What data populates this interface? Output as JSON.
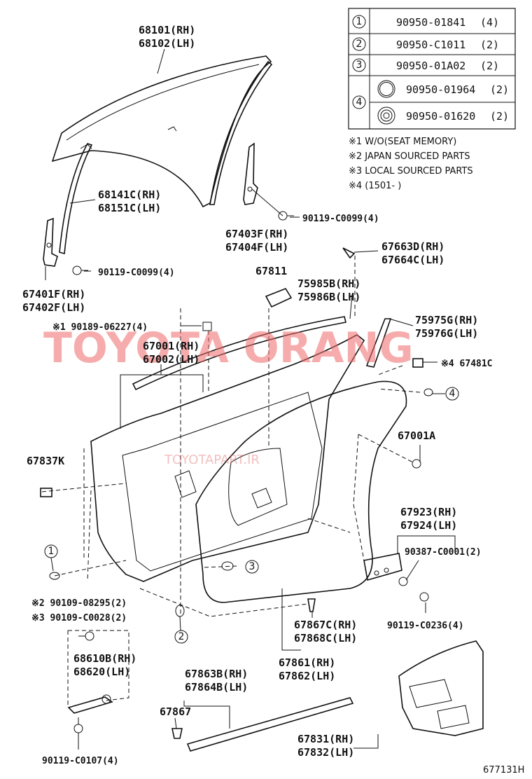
{
  "table": {
    "rows": [
      {
        "num": "1",
        "part": "90950-01841",
        "qty": "(4)"
      },
      {
        "num": "2",
        "part": "90950-C1011",
        "qty": "(2)"
      },
      {
        "num": "3",
        "part": "90950-01A02",
        "qty": "(2)"
      },
      {
        "num": "4",
        "part": "90950-01964",
        "qty": "(2)"
      },
      {
        "num": "4",
        "part": "90950-01620",
        "qty": "(2)"
      }
    ]
  },
  "notes": [
    "※1 W/O(SEAT MEMORY)",
    "※2 JAPAN SOURCED PARTS",
    "※3 LOCAL SOURCED PARTS",
    "※4 (1501-      )"
  ],
  "labels": {
    "l68101": "68101(RH)",
    "l68102": "68102(LH)",
    "l68141": "68141C(RH)",
    "l68151": "68151C(LH)",
    "l90119a": "90119-C0099(4)",
    "l67403": "67403F(RH)",
    "l67404": "67404F(LH)",
    "l90119b": "90119-C0099(4)",
    "l67663": "67663D(RH)",
    "l67664": "67664C(LH)",
    "l67401": "67401F(RH)",
    "l67402": "67402F(LH)",
    "l67811": "67811",
    "l75985": "75985B(RH)",
    "l75986": "75986B(LH)",
    "l90189": "※1 90189-06227(4)",
    "l75975": "75975G(RH)",
    "l75976": "75976G(LH)",
    "l67001": "67001(RH)",
    "l67002": "67002(LH)",
    "l67481": "※4 67481C",
    "l67001a": "67001A",
    "l67837": "67837K",
    "l67923": "67923(RH)",
    "l67924": "67924(LH)",
    "l90387": "90387-C0001(2)",
    "l90109a": "※2 90109-08295(2)",
    "l90109b": "※3 90109-C0028(2)",
    "l68610": "68610B(RH)",
    "l68620": "68620(LH)",
    "l67867c": "67867C(RH)",
    "l67868c": "67868C(LH)",
    "l90119c": "90119-C0236(4)",
    "l67861": "67861(RH)",
    "l67862": "67862(LH)",
    "l67863": "67863B(RH)",
    "l67864": "67864B(LH)",
    "l67867": "67867",
    "l67831": "67831(RH)",
    "l67832": "67832(LH)",
    "l90119d": "90119-C0107(4)",
    "ref": "677131H"
  },
  "callouts": {
    "c1": "1",
    "c2": "2",
    "c3": "3",
    "c4": "4"
  },
  "watermark": {
    "main": "TOYOTA ORANG",
    "sub": "TOYOTAPART.IR"
  }
}
